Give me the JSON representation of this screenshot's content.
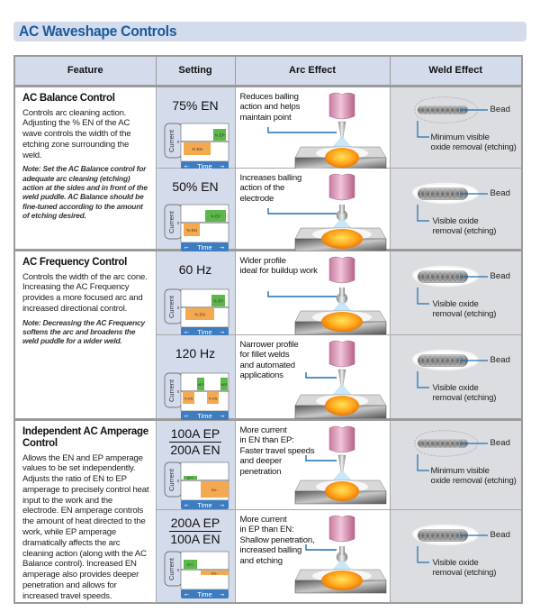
{
  "title": "AC Waveshape Controls",
  "columns": [
    "Feature",
    "Setting",
    "Arc Effect",
    "Weld Effect"
  ],
  "colors": {
    "title_text": "#1a5aa0",
    "header_bg": "#d4dbea",
    "setting_bg": "#d4dbea",
    "weld_bg": "#dcdde0",
    "en_block": "#f4a950",
    "ep_block": "#5cb84a",
    "callout_line": "#1f6fb0",
    "time_bar": "#3e7cc0"
  },
  "features": [
    {
      "title": "AC Balance Control",
      "description": "Controls arc cleaning action. Adjusting the % EN of the AC wave controls the width of the etching zone surrounding the weld.",
      "note": "Note: Set the AC Balance control for adequate arc cleaning (etching) action at the sides and in front of the weld puddle. AC Balance should be fine-tuned according to the amount of etching desired."
    },
    {
      "title": "AC Frequency Control",
      "description": "Controls the width of the arc cone. Increasing the AC Frequency provides a more focused arc and increased directional control.",
      "note": "Note: Decreasing the AC Frequency softens the arc and broadens the weld puddle for a wider weld."
    },
    {
      "title": "Independent AC Amperage Control",
      "description": "Allows the EN and EP amperage values to be set independently. Adjusts the ratio of EN to EP amperage to precisely control heat input to the work and the electrode. EN amperage controls the amount of heat directed to the work, while EP amperage dramatically affects the arc cleaning action (along with the AC Balance control). Increased EN amperage also provides deeper penetration and allows for increased travel speeds.",
      "note": ""
    }
  ],
  "rows": [
    {
      "setting": "75% EN",
      "wave": {
        "kind": "balance",
        "en_fraction": 0.75,
        "en_label": "% EN",
        "ep_label": "% EP"
      },
      "arc_effect": [
        "Reduces balling",
        "action and helps",
        "maintain point"
      ],
      "electrode": "pointed",
      "weld_effect": [
        "Minimum visible",
        "oxide removal (etching)"
      ],
      "etch": "minimum",
      "bead_label": "Bead"
    },
    {
      "setting": "50% EN",
      "wave": {
        "kind": "balance",
        "en_fraction": 0.5,
        "en_label": "% EN",
        "ep_label": "% EP"
      },
      "arc_effect": [
        "Increases balling",
        "action of the",
        "electrode"
      ],
      "electrode": "balled",
      "weld_effect": [
        "Visible oxide",
        "removal (etching)"
      ],
      "etch": "visible",
      "bead_label": "Bead"
    },
    {
      "setting": "60 Hz",
      "wave": {
        "kind": "frequency",
        "cycles": 1,
        "en_label": "% EN",
        "ep_label": "% EP"
      },
      "arc_effect": [
        "Wider profile",
        "ideal for buildup work"
      ],
      "electrode": "balled",
      "weld_effect": [
        "Visible oxide",
        "removal (etching)"
      ],
      "etch": "visible",
      "bead_label": "Bead"
    },
    {
      "setting": "120 Hz",
      "wave": {
        "kind": "frequency",
        "cycles": 2,
        "en_label": "% EN",
        "ep_label": "% EP"
      },
      "arc_effect": [
        "Narrower profile",
        "for fillet welds",
        "and automated",
        "applications"
      ],
      "electrode": "pointed",
      "weld_effect": [
        "Visible oxide",
        "removal (etching)"
      ],
      "etch": "visible",
      "bead_label": "Bead"
    },
    {
      "setting_num": "100A EP",
      "setting_den": "200A EN",
      "wave": {
        "kind": "amperage",
        "ep_amps": 100,
        "en_amps": 200,
        "en_label": "EN−",
        "ep_label": "EP+"
      },
      "arc_effect": [
        "More current",
        "in EN than EP:",
        "Faster travel speeds",
        "and deeper",
        "penetration"
      ],
      "electrode": "pointed",
      "weld_effect": [
        "Minimum visible",
        "oxide removal (etching)"
      ],
      "etch": "minimum",
      "bead_label": "Bead"
    },
    {
      "setting_num": "200A EP",
      "setting_den": "100A EN",
      "wave": {
        "kind": "amperage",
        "ep_amps": 200,
        "en_amps": 100,
        "en_label": "EN−",
        "ep_label": "EP+"
      },
      "arc_effect": [
        "More current",
        "in EP than EN:",
        "Shallow penetration,",
        "increased balling",
        "and etching"
      ],
      "electrode": "balled",
      "weld_effect": [
        "Visible oxide",
        "removal (etching)"
      ],
      "etch": "visible",
      "bead_label": "Bead"
    }
  ],
  "wave_axis": {
    "y_label": "Current",
    "x_label": "Time",
    "zero_label": "0"
  }
}
